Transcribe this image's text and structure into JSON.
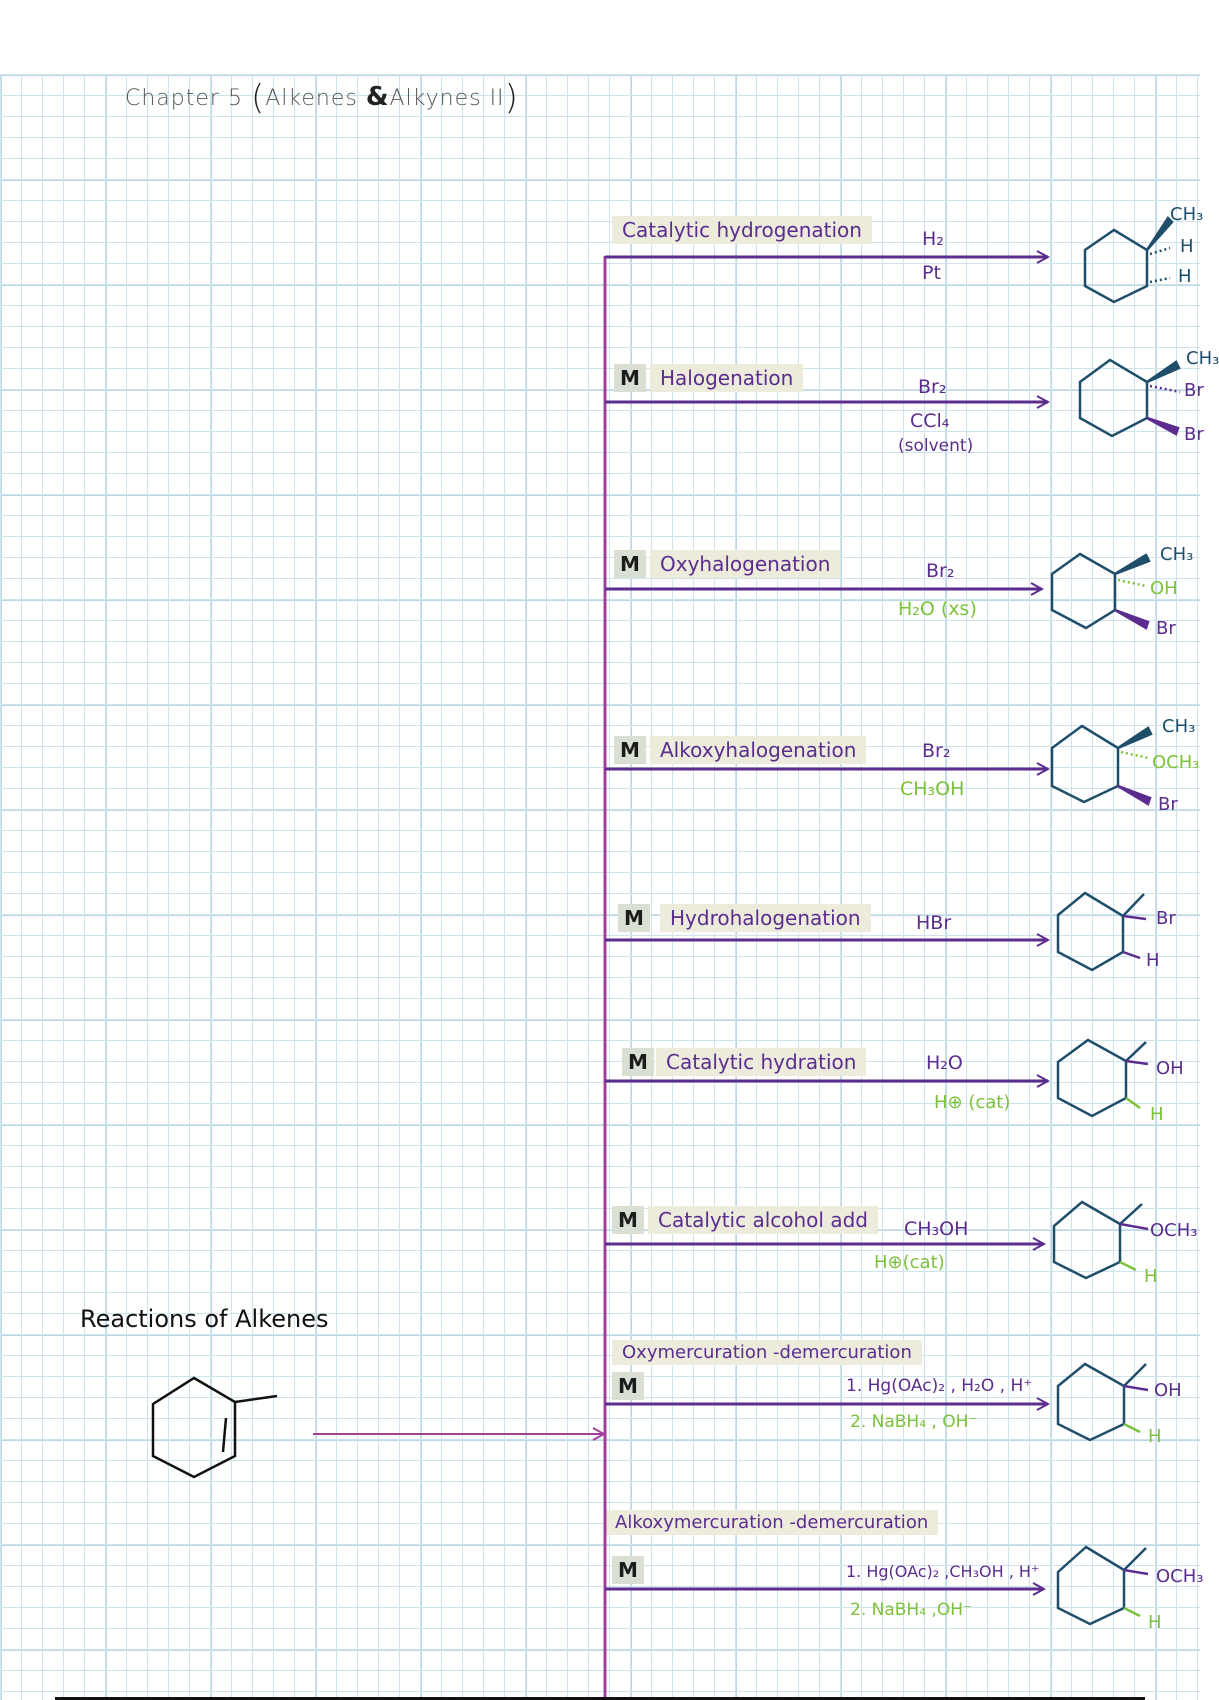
{
  "page": {
    "title_prefix": "Chapter 5",
    "title_open": "(",
    "title_part1": "Alkenes ",
    "title_amp": "&",
    "title_part2": "Alkynes II",
    "title_close": ")",
    "section_heading": "Reactions of Alkenes"
  },
  "colors": {
    "trunk": "#a0409a",
    "arrow": "#5b2d8e",
    "label_bg": "#ecebdc",
    "badge_bg": "#d9e0d3",
    "reagent_primary": "#5b2d8e",
    "reagent_secondary": "#7cc23a",
    "structure": "#1f4e6b"
  },
  "starting_material": {
    "name": "1-methylcyclohexene"
  },
  "reactions": [
    {
      "name": "Catalytic hydrogenation",
      "mechanism_badge": "",
      "reagent_above": "H₂",
      "reagent_below": "Pt",
      "reagent_below_extra": "",
      "below_color": "purple",
      "product_labels": [
        "CH₃",
        "H",
        "H"
      ]
    },
    {
      "name": "Halogenation",
      "mechanism_badge": "M",
      "reagent_above": "Br₂",
      "reagent_below": "CCl₄",
      "reagent_below_extra": "(solvent)",
      "below_color": "purple",
      "product_labels": [
        "CH₃",
        "Br",
        "Br"
      ]
    },
    {
      "name": "Oxyhalogenation",
      "mechanism_badge": "M",
      "reagent_above": "Br₂",
      "reagent_below": "H₂O (xs)",
      "reagent_below_extra": "",
      "below_color": "green",
      "product_labels": [
        "CH₃",
        "OH",
        "Br"
      ]
    },
    {
      "name": "Alkoxyhalogenation",
      "mechanism_badge": "M",
      "reagent_above": "Br₂",
      "reagent_below": "CH₃OH",
      "reagent_below_extra": "",
      "below_color": "green",
      "product_labels": [
        "CH₃",
        "OCH₃",
        "Br"
      ]
    },
    {
      "name": "Hydrohalogenation",
      "mechanism_badge": "M",
      "reagent_above": "HBr",
      "reagent_below": "",
      "reagent_below_extra": "",
      "below_color": "purple",
      "product_labels": [
        "Br",
        "H"
      ]
    },
    {
      "name": "Catalytic hydration",
      "mechanism_badge": "M",
      "reagent_above": "H₂O",
      "reagent_below": "H⊕ (cat)",
      "reagent_below_extra": "",
      "below_color": "green",
      "product_labels": [
        "OH",
        "H"
      ]
    },
    {
      "name": "Catalytic alcohol add",
      "mechanism_badge": "M",
      "reagent_above": "CH₃OH",
      "reagent_below": "H⊕(cat)",
      "reagent_below_extra": "",
      "below_color": "green",
      "product_labels": [
        "OCH₃",
        "H"
      ]
    },
    {
      "name": "Oxymercuration -demercuration",
      "mechanism_badge": "M",
      "reagent_above": "1. Hg(OAc)₂ , H₂O , H⁺",
      "reagent_below": "2. NaBH₄ , OH⁻",
      "reagent_below_extra": "",
      "below_color": "green",
      "product_labels": [
        "OH",
        "H"
      ]
    },
    {
      "name": "Alkoxymercuration -demercuration",
      "mechanism_badge": "M",
      "reagent_above": "1. Hg(OAc)₂ ,CH₃OH , H⁺",
      "reagent_below": "2. NaBH₄ ,OH⁻",
      "reagent_below_extra": "",
      "below_color": "green",
      "product_labels": [
        "OCH₃",
        "H"
      ]
    }
  ]
}
